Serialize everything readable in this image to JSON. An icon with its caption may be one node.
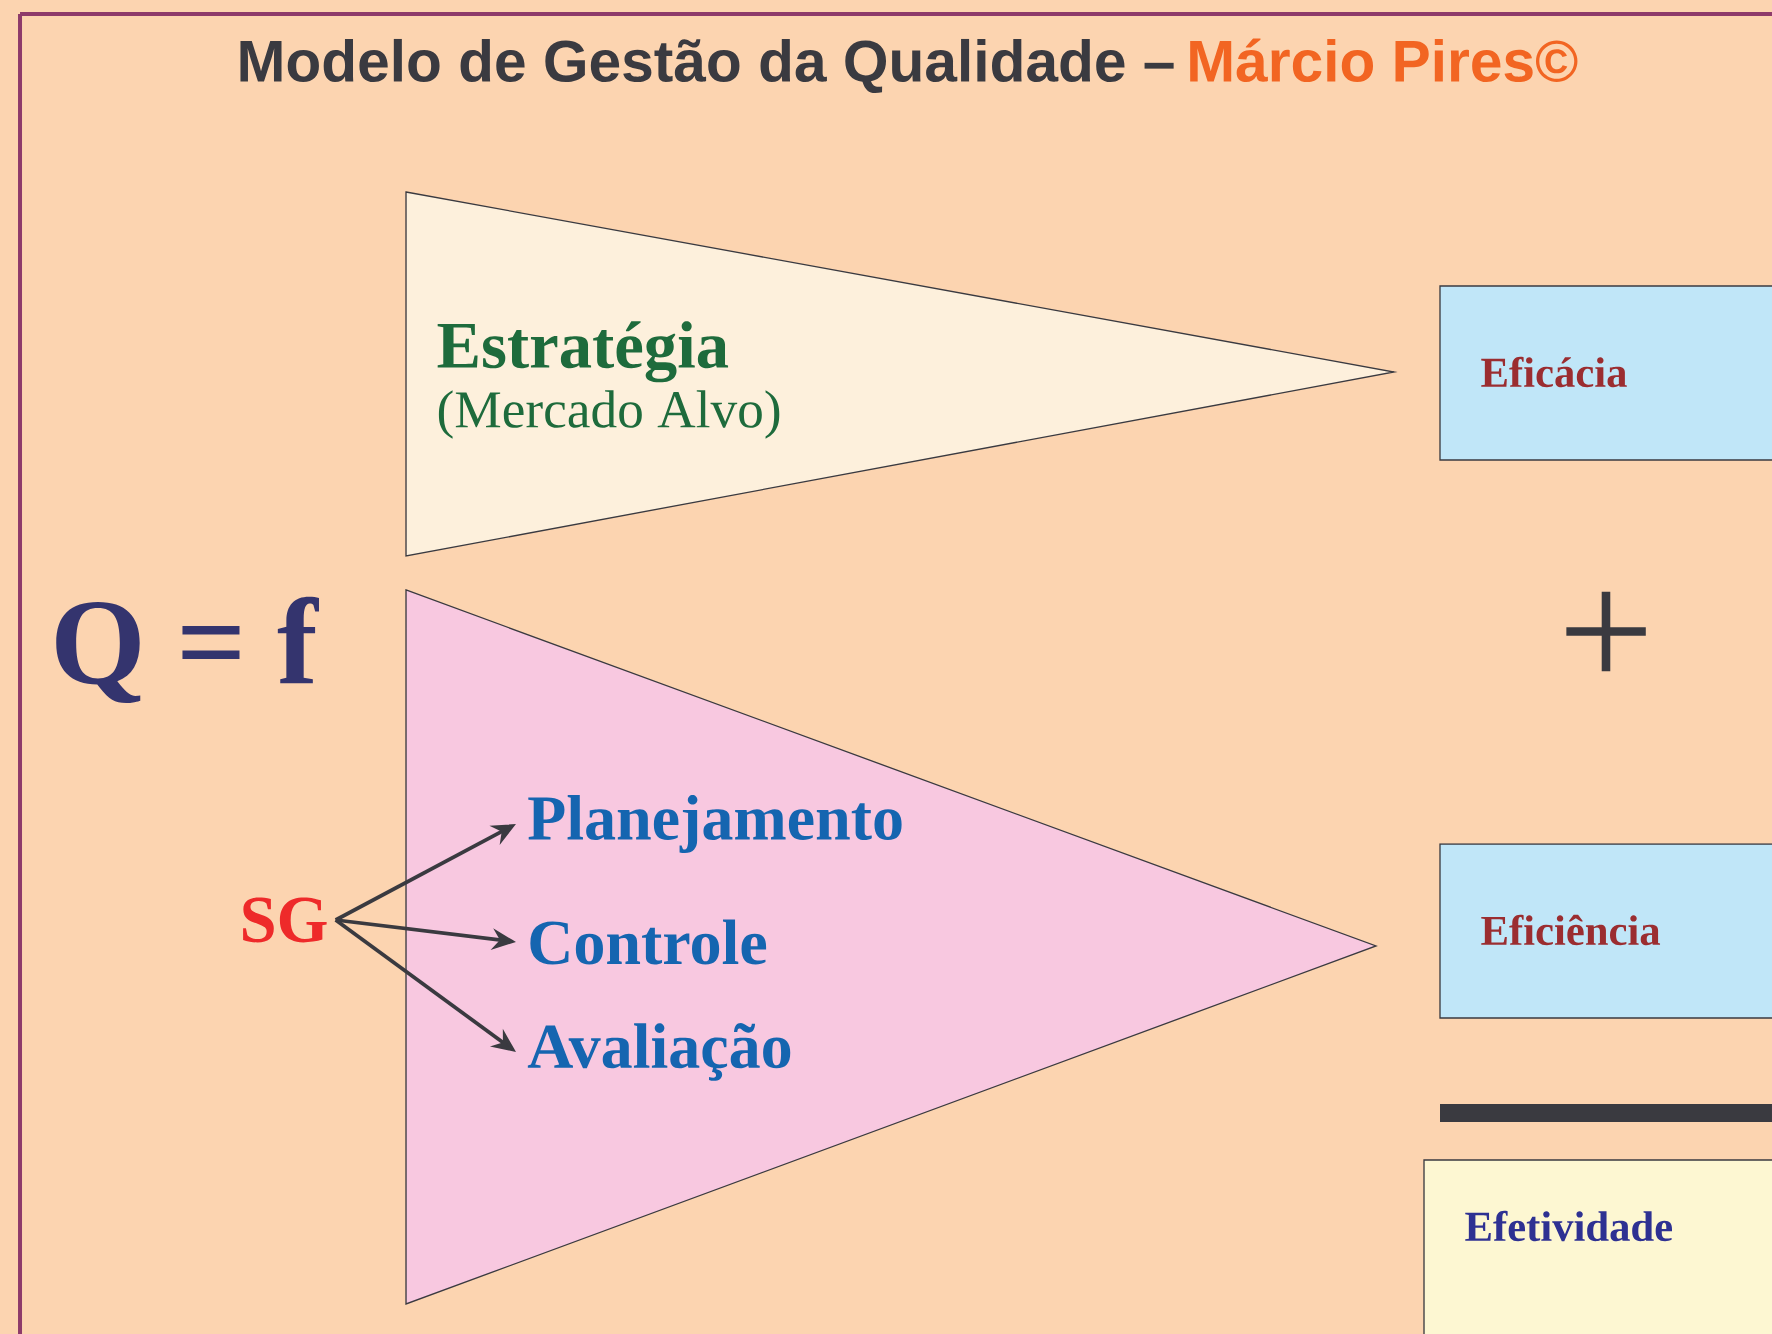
{
  "diagram": {
    "title": "Modelo de Gestão da Qualidade –",
    "nodes": [
      {
        "text": [
          "Estratégia",
          "(Mercado Alvo)"
        ]
      },
      {
        "text": [],
        "shape": "triangle"
      },
      {
        "text": [
          "SG"
        ]
      },
      {
        "text": [
          "Planejamento"
        ],
        "in": 1
      },
      {
        "text": [
          "Controle"
        ],
        "in": 1
      },
      {
        "text": [
          "Avaliação"
        ],
        "in": 1
      },
      {
        "text": [
          "Eficácia"
        ]
      },
      {
        "text": [
          "Eficiência"
        ]
      },
      {
        "text": [
          "Efetividade"
        ]
      }
    ],
    "edges": [
      {
        "from": 2,
        "to": 3,
        "arrow": "to"
      },
      {
        "from": 2,
        "to": 4,
        "arrow": "to"
      },
      {
        "from": 2,
        "to": 5,
        "arrow": "to"
      }
    ],
    "labels": [
      "Márcio Pires©",
      "Q = f",
      "+"
    ]
  }
}
